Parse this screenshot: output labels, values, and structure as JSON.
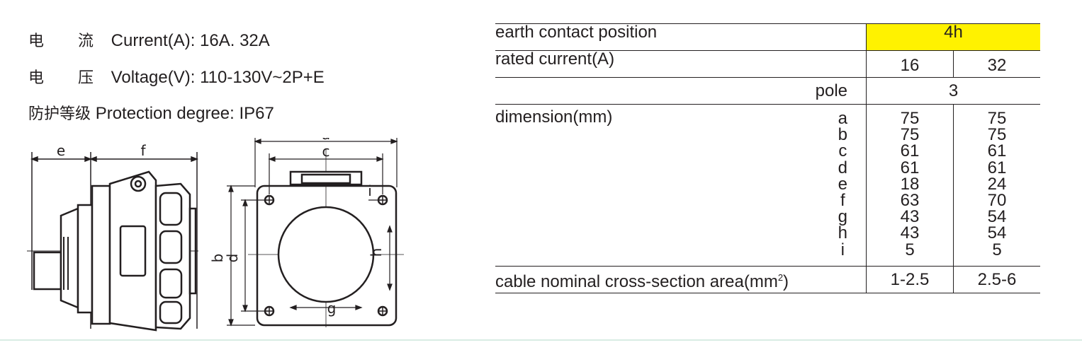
{
  "specs": {
    "current": {
      "cn1": "电",
      "cn2": "流",
      "text": "Current(A): 16A. 32A"
    },
    "voltage": {
      "cn1": "电",
      "cn2": "压",
      "text": "Voltage(V): 110-130V~2P+E"
    },
    "protection": {
      "cn": "防护等级",
      "text": "Protection degree: IP67"
    }
  },
  "drawing_labels": {
    "e": "e",
    "f": "f",
    "a": "a",
    "c": "c",
    "b": "b",
    "d": "d",
    "h": "h",
    "g": "g",
    "i": "i"
  },
  "table": {
    "earth_label": "earth contact position",
    "earth_value": "4h",
    "rated_label": "rated current(A)",
    "rated_values": [
      "16",
      "32"
    ],
    "pole_label": "pole",
    "pole_value": "3",
    "dimension_label": "dimension(mm)",
    "dim_letters": [
      "a",
      "b",
      "c",
      "d",
      "e",
      "f",
      "g",
      "h",
      "i"
    ],
    "dim_16": [
      "75",
      "75",
      "61",
      "61",
      "18",
      "63",
      "43",
      "43",
      "5"
    ],
    "dim_32": [
      "75",
      "75",
      "61",
      "61",
      "24",
      "70",
      "54",
      "54",
      "5"
    ],
    "cable_label": "cable nominal cross-section area(mm",
    "cable_sup": "2",
    "cable_close": ")",
    "cable_values": [
      "1-2.5",
      "2.5-6"
    ]
  },
  "colors": {
    "highlight": "#fff200",
    "ink": "#231f20"
  }
}
